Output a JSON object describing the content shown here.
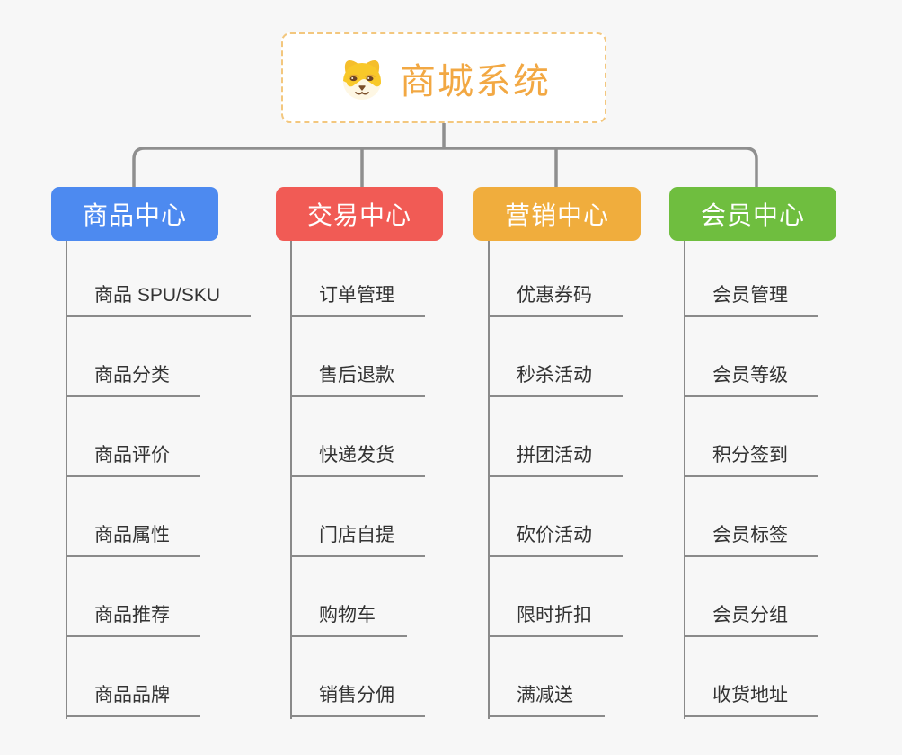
{
  "root": {
    "title": "商城系统",
    "icon": "shiba-dog-icon",
    "accent_color": "#f2a843",
    "border_color": "#f3c77e"
  },
  "colors": {
    "connector": "#8f8f8f",
    "list_line": "#8a8a8a",
    "item_text": "#333333",
    "background": "#f7f7f7"
  },
  "branches": [
    {
      "label": "商品中心",
      "color": "#4d8af0",
      "items": [
        "商品 SPU/SKU",
        "商品分类",
        "商品评价",
        "商品属性",
        "商品推荐",
        "商品品牌"
      ]
    },
    {
      "label": "交易中心",
      "color": "#f15b55",
      "items": [
        "订单管理",
        "售后退款",
        "快递发货",
        "门店自提",
        "购物车",
        "销售分佣"
      ]
    },
    {
      "label": "营销中心",
      "color": "#f0ad3d",
      "items": [
        "优惠券码",
        "秒杀活动",
        "拼团活动",
        "砍价活动",
        "限时折扣",
        "满减送"
      ]
    },
    {
      "label": "会员中心",
      "color": "#6fbe3f",
      "items": [
        "会员管理",
        "会员等级",
        "积分签到",
        "会员标签",
        "会员分组",
        "收货地址"
      ]
    }
  ]
}
